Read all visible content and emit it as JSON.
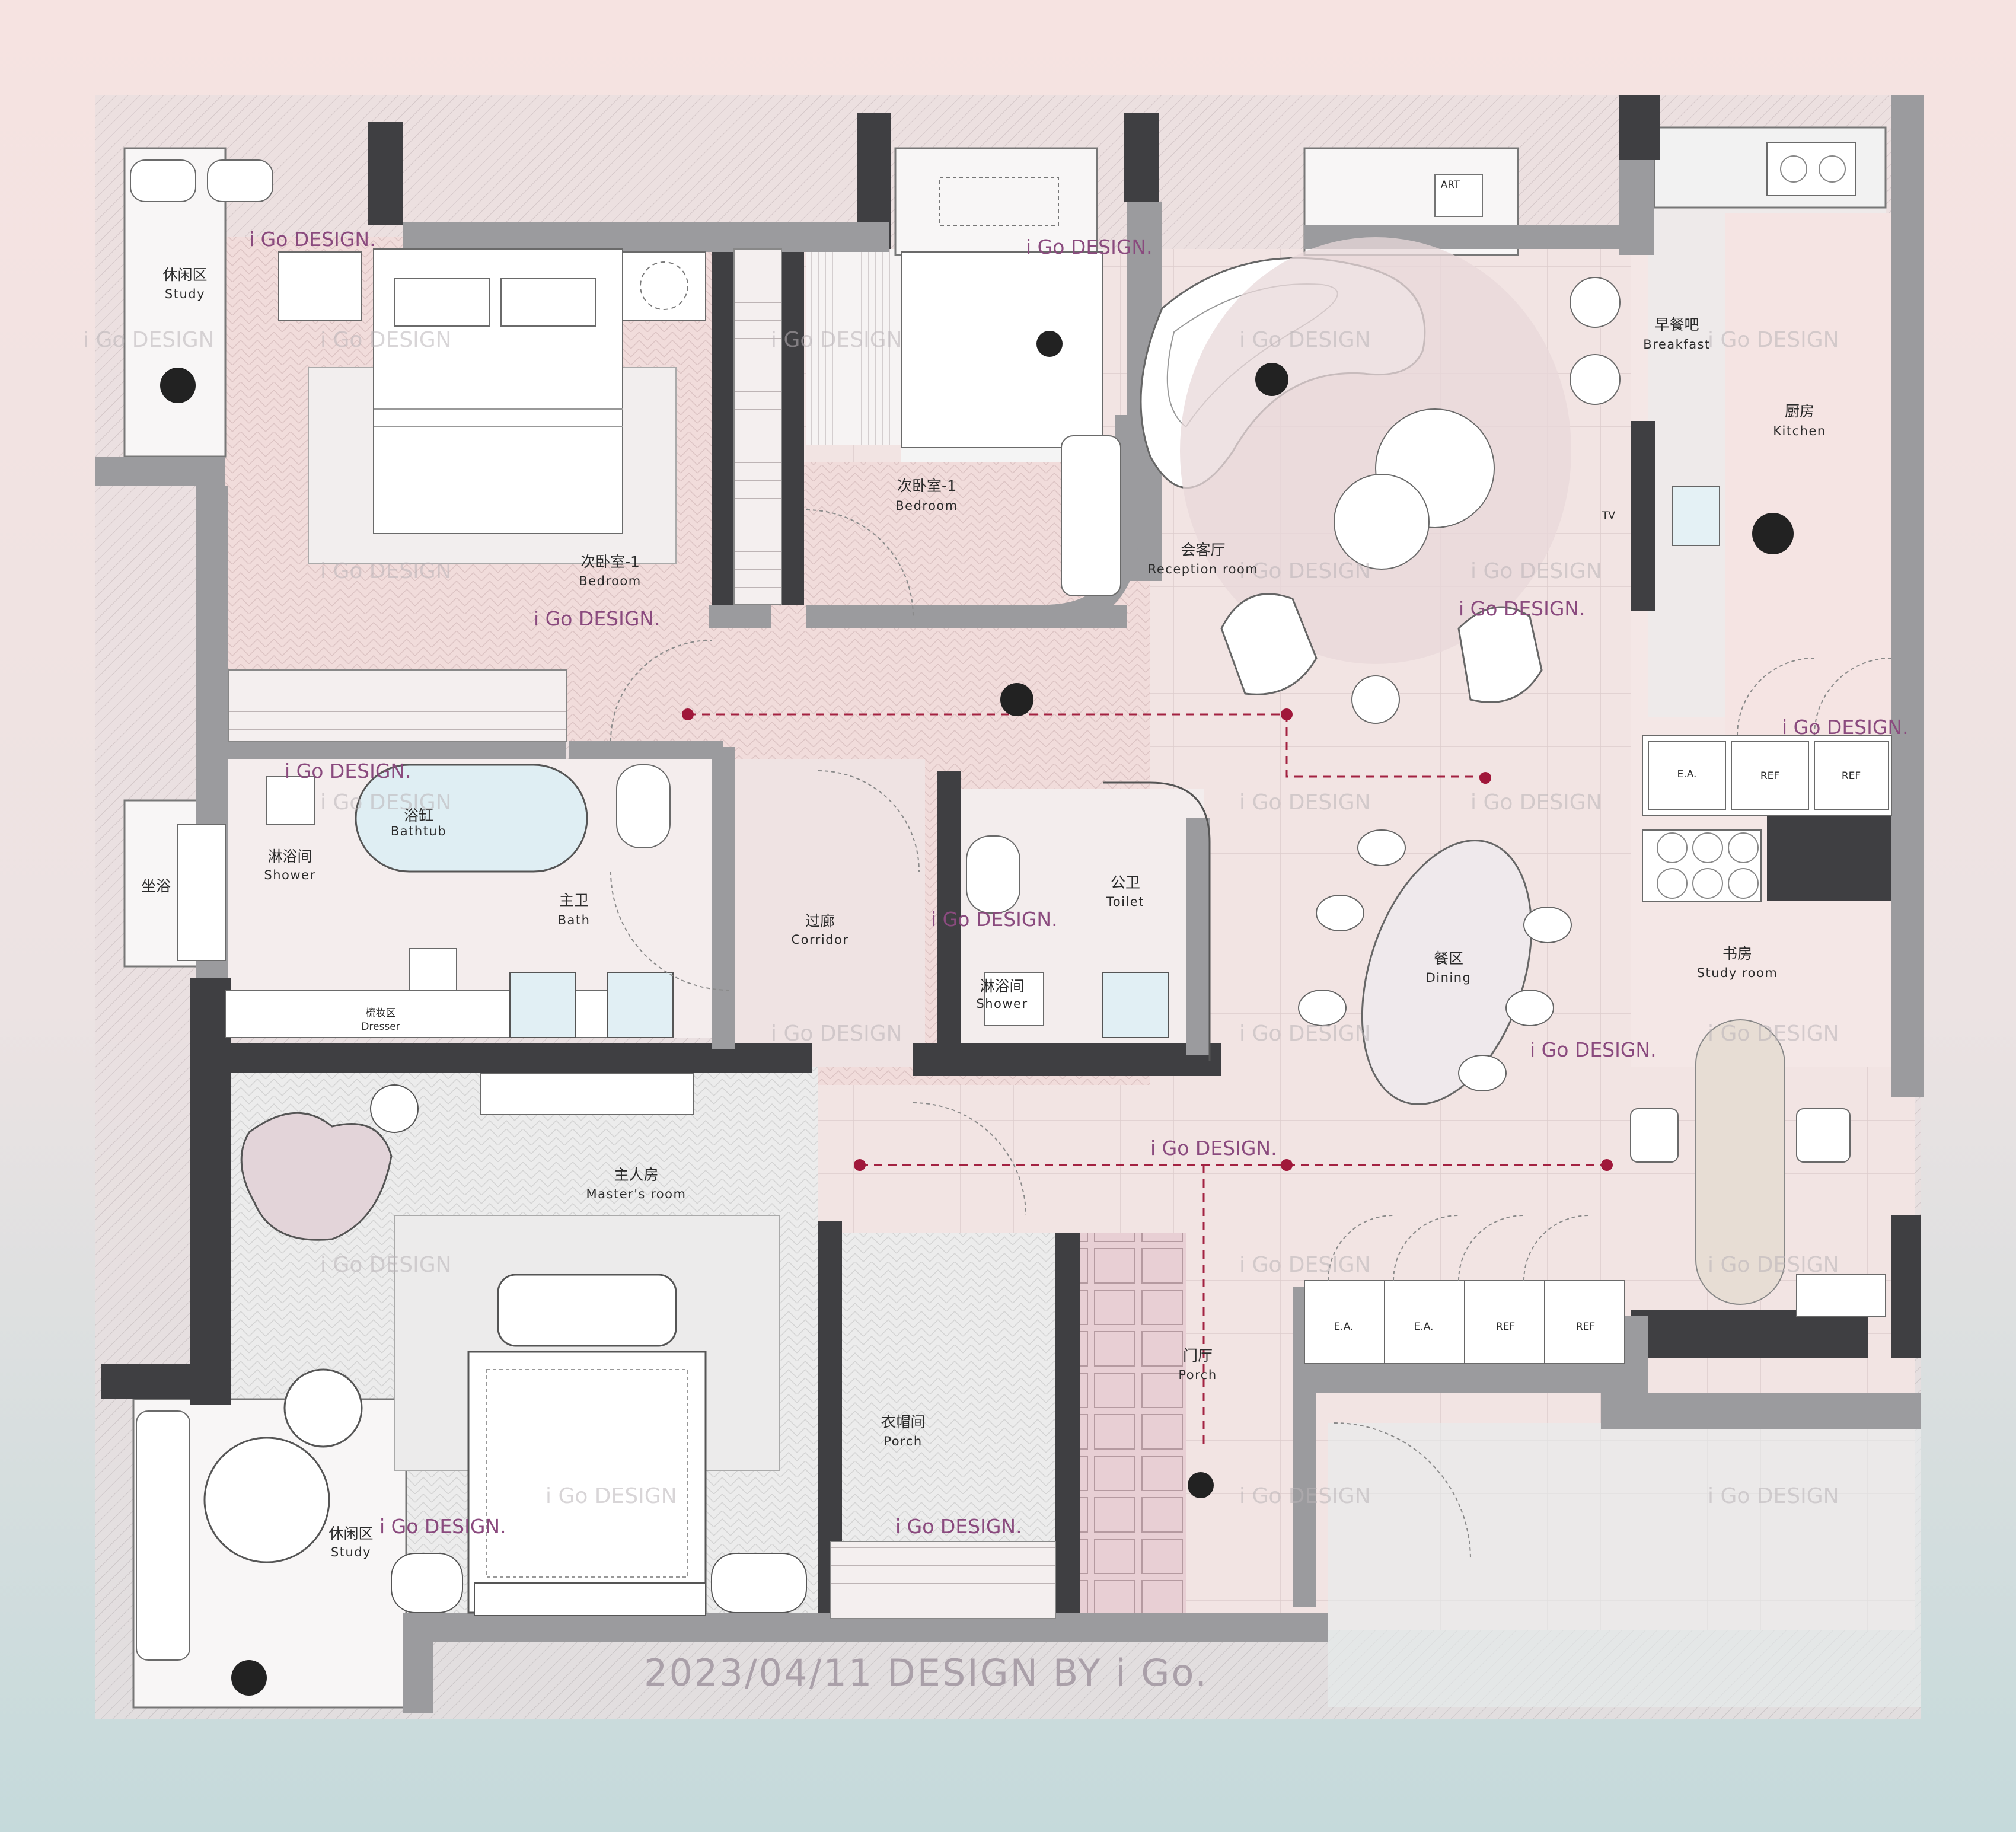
{
  "rooms": {
    "study_left": {
      "cn": "休闲区",
      "en": "Study"
    },
    "bedroom_2": {
      "cn": "次卧室-1",
      "en": "Bedroom"
    },
    "bedroom_1": {
      "cn": "次卧室-1",
      "en": "Bedroom"
    },
    "reception": {
      "cn": "会客厅",
      "en": "Reception room"
    },
    "breakfast": {
      "cn": "早餐吧",
      "en": "Breakfast"
    },
    "kitchen": {
      "cn": "厨房",
      "en": "Kitchen"
    },
    "bathtub": {
      "cn": "浴缸",
      "en": "Bathtub"
    },
    "shower_main": {
      "cn": "淋浴间",
      "en": "Shower"
    },
    "sitting_bath": {
      "cn": "坐浴"
    },
    "bath": {
      "cn": "主卫",
      "en": "Bath"
    },
    "corridor": {
      "cn": "过廊",
      "en": "Corridor"
    },
    "toilet": {
      "cn": "公卫",
      "en": "Toilet"
    },
    "shower_toilet": {
      "cn": "淋浴间",
      "en": "Shower"
    },
    "dresser": {
      "cn": "梳妆区",
      "en": "Dresser"
    },
    "dining": {
      "cn": "餐区",
      "en": "Dining"
    },
    "study_room": {
      "cn": "书房",
      "en": "Study room"
    },
    "master": {
      "cn": "主人房",
      "en": "Master's room"
    },
    "porch": {
      "cn": "门厅",
      "en": "Porch"
    },
    "cloakroom": {
      "cn": "衣帽间",
      "en": "Porch"
    },
    "study_bottom": {
      "cn": "休闲区",
      "en": "Study"
    }
  },
  "fixtures": {
    "art": "ART",
    "tv": "TV",
    "ea": "E.A.",
    "ref": "REF"
  },
  "watermark": {
    "brand": "i Go DESIGN.",
    "ghost": "i Go DESIGN"
  },
  "footer": "2023/04/11 DESIGN BY i Go.",
  "colors": {
    "bg_top": "#f6e3e1",
    "bg_bottom": "#c5dadb",
    "wall_dark": "#3f3f42",
    "wall_grey": "#9b9b9e",
    "floor_pink": "#f3dddb",
    "route_red": "#a32241",
    "watermark": "#8a4a7e"
  }
}
